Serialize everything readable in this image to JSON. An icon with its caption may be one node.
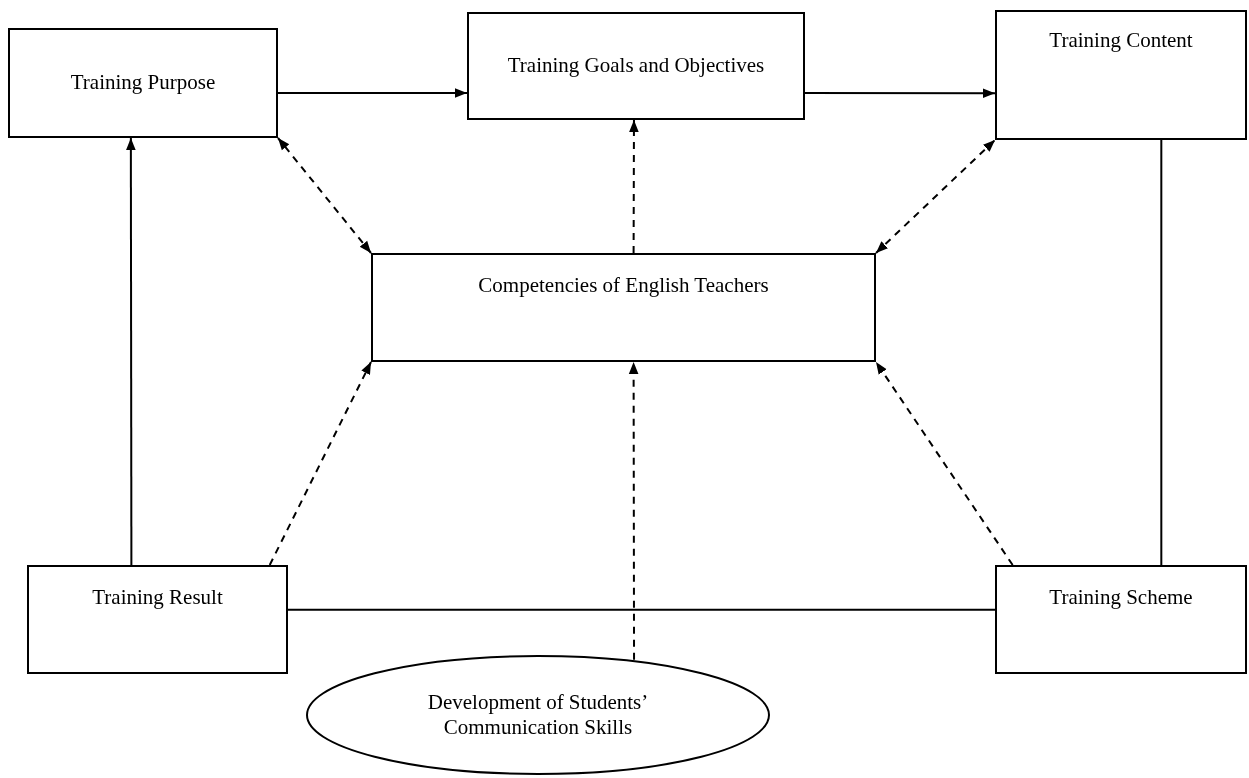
{
  "diagram": {
    "nodes": [
      {
        "text": [
          "Training Purpose"
        ]
      },
      {
        "text": [
          "Training Goals and Objectives"
        ]
      },
      {
        "text": [
          "Training Content"
        ]
      },
      {
        "text": [
          "Competencies of English Teachers"
        ]
      },
      {
        "text": [
          "Training Result"
        ]
      },
      {
        "text": [
          "Training Scheme"
        ]
      },
      {
        "text": [
          "Development of Students’ Communication Skills"
        ]
      }
    ],
    "edges": [
      {
        "from": 0,
        "to": 1,
        "arrow": "to"
      },
      {
        "from": 1,
        "to": 2,
        "arrow": "to"
      },
      {
        "from": 3,
        "to": 0,
        "arrow": "both",
        "style": "dashed"
      },
      {
        "from": 3,
        "to": 1,
        "arrow": "to",
        "style": "dashed"
      },
      {
        "from": 3,
        "to": 2,
        "arrow": "both",
        "style": "dashed"
      },
      {
        "from": 4,
        "to": 3,
        "arrow": "to",
        "style": "dashed"
      },
      {
        "from": 5,
        "to": 3,
        "arrow": "to",
        "style": "dashed"
      },
      {
        "from": 6,
        "to": 3,
        "arrow": "to",
        "style": "dashed"
      },
      {
        "from": 4,
        "to": 0,
        "arrow": "to"
      },
      {
        "from": 2,
        "to": 5,
        "arrow": "none"
      },
      {
        "from": 5,
        "to": 4,
        "arrow": "none"
      }
    ]
  }
}
